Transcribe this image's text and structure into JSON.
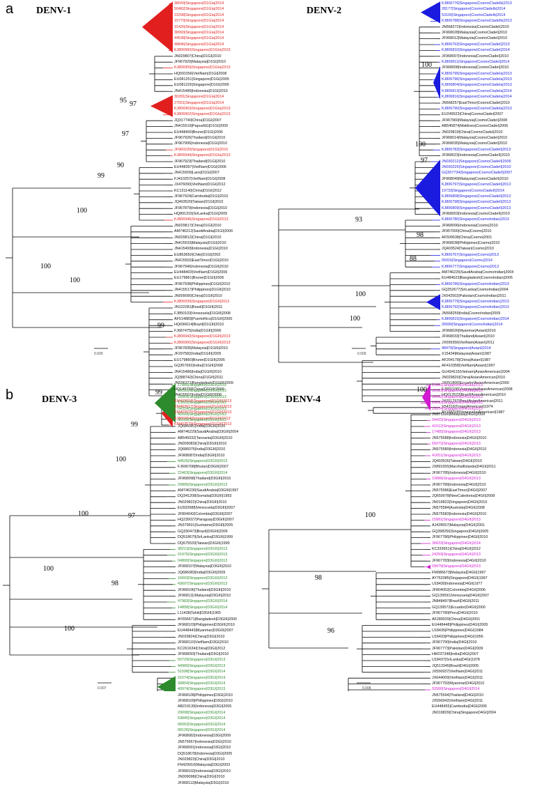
{
  "panels": [
    {
      "letter": "a",
      "title": "DENV-1",
      "scale": "0.009"
    },
    {
      "letter": "",
      "title": "DENV-2",
      "scale": "0.009"
    },
    {
      "letter": "b",
      "title": "DENV-3",
      "scale": "0.007"
    },
    {
      "letter": "",
      "title": "DENV-4",
      "scale": "0.008"
    }
  ],
  "bootstrap": {
    "denv1": [
      "95",
      "97",
      "97",
      "90",
      "99",
      "100",
      "100",
      "100",
      "99"
    ],
    "denv2": [
      "100",
      "100",
      "97",
      "93",
      "98",
      "88",
      "100",
      "100"
    ],
    "denv3": [
      "99",
      "99",
      "100",
      "97",
      "100",
      "100",
      "98",
      "100"
    ],
    "denv4": [
      "100",
      "100",
      "98",
      "96"
    ]
  },
  "leaves": {
    "denv1": [
      [
        "38043|Singapore|D1GIa|2014",
        "sg"
      ],
      [
        "50482|Singapore|D1GIa|2014",
        "sg"
      ],
      [
        "23298|Singapore|D1GIa|2014",
        "sg"
      ],
      [
        "15770|Singapore|D1GIa|2014",
        "sg"
      ],
      [
        "31426|Singapore|D1GIa|2014",
        "sg"
      ],
      [
        "38993|Singapore|D1GIa|2014",
        "sg"
      ],
      [
        "44538|Singapore|D1GIa|2014",
        "sg"
      ],
      [
        "48846|Singapore|D1GIa|2014",
        "sg"
      ],
      [
        "KJ806960|Singapore|D1GIa|2013",
        "sg"
      ],
      [
        "JN029807|China|D1GI|2010",
        "o"
      ],
      [
        "JF967920|Malaysia|D1GI|2010",
        "o"
      ],
      [
        "KJ806959|Singapore|D1GIa|2013",
        "sg"
      ],
      [
        "HQ591556|VietNam|D1GI|2008",
        "o"
      ],
      [
        "EU081251|Singapore|D1GI|2005",
        "o"
      ],
      [
        "EU081226|Singapore|D1GI|2005",
        "o"
      ],
      [
        "JN415489|Indonesia|D1GI|2010",
        "o"
      ],
      [
        "30281|Singapore|D1GIa|2014",
        "sg"
      ],
      [
        "27551|Singapore|D1GIa|2014",
        "sg"
      ],
      [
        "KJ806963|Singapore|D1GIa|2013",
        "sg"
      ],
      [
        "KJ806962|Singapore|D1GIa|2013",
        "sg"
      ],
      [
        "JQ317740|China|D1GI|2007",
        "o"
      ],
      [
        "JN415519|PapuaNG|D1GI|2009",
        "o"
      ],
      [
        "EU448400|Brunei|D1GI|2006",
        "o"
      ],
      [
        "JF967926|Thailand|D1GI|2010",
        "o"
      ],
      [
        "JF967906|Indonesia|D1GI|2010",
        "o"
      ],
      [
        "JF960230|Singapore|D1GI|2010",
        "sg"
      ],
      [
        "KJ806944|Singapore|D1GIa|2013",
        "sg"
      ],
      [
        "JF967923|Thailand|D1GI|2010",
        "o"
      ],
      [
        "EU448397|VietNam|D1GI|2006",
        "o"
      ],
      [
        "JN415509|Laos|D1GI|2007",
        "o"
      ],
      [
        "FJ410257|VietNam|D1GI|2008",
        "o"
      ],
      [
        "JX476090|VietNam|D1GI|2012",
        "o"
      ],
      [
        "KC131140|China|D1GI|2012",
        "o"
      ],
      [
        "JF967924|Cambodia|D1GI|2010",
        "o"
      ],
      [
        "JQ403520|Taiwan|D1GI|2010",
        "o"
      ],
      [
        "JF967879|Indonesia|D1GI|2010",
        "o"
      ],
      [
        "HQ891315|SriLanka|D1GI|2009",
        "o"
      ],
      [
        "KJ806946|Singapore|D1GI|2013",
        "sg"
      ],
      [
        "JN029817|China|D1GI|2010",
        "o"
      ],
      [
        "AM746212|SaudiArabia|D1GI|2006",
        "o"
      ],
      [
        "JN029812|China|D1GI|2010",
        "o"
      ],
      [
        "JN415533|Malaysia|D1GI|2010",
        "o"
      ],
      [
        "JN415493|Indonesia|D1GI|2010",
        "o"
      ],
      [
        "EU863650|Chile|D1GI|2002",
        "o"
      ],
      [
        "JN415502|EastTimor|D1GI|2010",
        "o"
      ],
      [
        "JF967946|Indonesia|D1GII|2010",
        "o"
      ],
      [
        "EU448403|VietNam|D1GII|2006",
        "o"
      ],
      [
        "EU179861|Brunei|D1GII|2006",
        "o"
      ],
      [
        "JF967938|Philippines|D1GII|2010",
        "o"
      ],
      [
        "JN415517|Philippines|D1GII|2010",
        "o"
      ],
      [
        "JN009090|China|D1GII|2010",
        "o"
      ],
      [
        "KJ806939|Singapore|D1GII|2013",
        "sg"
      ],
      [
        "JN122281|Brazil|D1GIII|2011",
        "o"
      ],
      [
        "FJ850103|Venezuela|D1GIII|2008",
        "o"
      ],
      [
        "AF514883|PuertoRico|D1GIII|2000",
        "o"
      ],
      [
        "HQ696614|Brazil|D1GIII|2010",
        "o"
      ],
      [
        "FJ687475|India|D1GIII|2006",
        "o"
      ],
      [
        "KJ806942|Singapore|D1GIII|2013",
        "sg"
      ],
      [
        "KJ806950|Singapore|D1GIII|2013",
        "sg"
      ],
      [
        "JF967835|Malaysia|D1GIII|2010",
        "o"
      ],
      [
        "JF297582|India|D1GIII|2005",
        "o"
      ],
      [
        "EU179860|Brunei|D1GIII|2005",
        "o"
      ],
      [
        "GQ357692|India|D1GIII|2008",
        "o"
      ],
      [
        "JN415486|India|D1GIII|2010",
        "o"
      ],
      [
        "JQ388742|China|D1GIII|2011",
        "o"
      ],
      [
        "JN036371|Bangladesh|D1GIII|2009",
        "o"
      ],
      [
        "HQ149733|China|D1GIII|2009",
        "o"
      ],
      [
        "JN415507|India|D1GIII|2008",
        "o"
      ],
      [
        "KM403618|Singapore|D1GIII|2013",
        "sg"
      ],
      [
        "KM403617|Singapore|D1GIII|2013",
        "sg"
      ],
      [
        "KM403575|Singapore|D1GIII|2013",
        "sg"
      ],
      [
        "KJ806954|Singapore|D1GIII|2013",
        "sg"
      ],
      [
        "KM403579|Singapore|D1GIII|2013",
        "sg"
      ]
    ],
    "denv2": [
      [
        "KJ806776|Singapore|CosmoCladeIb|2013",
        "sg"
      ],
      [
        "28177|Singapore|CosmoCladeIb|2014",
        "sg"
      ],
      [
        "53100|Singapore|CosmoCladeIb|2014",
        "sg"
      ],
      [
        "KJ806788|Singapore|CosmoCladeIb|2013",
        "sg"
      ],
      [
        "JN568272|Indonesia|CosmoCladeI|2010",
        "o"
      ],
      [
        "JF968028|Malaysia|CosmoCladeI|2010",
        "o"
      ],
      [
        "JF968012|Malaysia|CosmoCladeI|2010",
        "o"
      ],
      [
        "KJ806763|Singapore|CosmoCladeI|2013",
        "sg"
      ],
      [
        "KJ806810|Singapore|CosmoCladeI|2014",
        "sg"
      ],
      [
        "JF968007|Indonesia|CosmoCladeI|2010",
        "o"
      ],
      [
        "KJ806811|Singapore|CosmoCladeI|2014",
        "sg"
      ],
      [
        "JF968008|Indonesia|CosmoCladeI|2010",
        "o"
      ],
      [
        "KJ806795|Singapore|CosmoCladeIa|2013",
        "sg"
      ],
      [
        "KJ806796|Singapore|CosmoCladeIa|2013",
        "sg"
      ],
      [
        "KJ806804|Singapore|CosmoCladeIa|2013",
        "sg"
      ],
      [
        "KJ806813|Singapore|CosmoCladeIa|2014",
        "sg"
      ],
      [
        "KJ806816|Singapore|CosmoCladeIa|2014",
        "sg"
      ],
      [
        "JN568257|EastTimor|CosmoCladeI|2010",
        "o"
      ],
      [
        "KJ806790|Singapore|CosmoCladeIa|2013",
        "sg"
      ],
      [
        "EU249523|China|CosmoCladeI|2007",
        "o"
      ],
      [
        "JF967960|Malaysia|CosmoCladeI|2008",
        "o"
      ],
      [
        "AB545874|Maldives|CosmoCladeI|2006",
        "o"
      ],
      [
        "JN029819|China|CosmoCladeI|2010",
        "o"
      ],
      [
        "JF968014|Malaysia|CosmoCladeI|2010",
        "o"
      ],
      [
        "JF968035|Malaysia|CosmoCladeI|2010",
        "o"
      ],
      [
        "KJ806783|Singapore|CosmoCladeII|2013",
        "sg"
      ],
      [
        "JF968023|Indonesia|CosmoCladeII|2010",
        "o"
      ],
      [
        "JN030212|Singapore|CosmoCladeII|2009",
        "sg"
      ],
      [
        "JN030225|Singapore|CosmoCladeII|2010",
        "sg"
      ],
      [
        "GQ357734|Singapore|CosmoCladeII|2007",
        "sg"
      ],
      [
        "JF968049|Malaysia|CosmoCladeII|2010",
        "o"
      ],
      [
        "KJ806797|Singapore|CosmoCladeII|2013",
        "sg"
      ],
      [
        "19733|Singapore|CosmoCladeII|2014",
        "sg"
      ],
      [
        "KJ806808|Singapore|CosmoCladeII|2013",
        "sg"
      ],
      [
        "KJ806798|Singapore|CosmoCladeII|2013",
        "sg"
      ],
      [
        "KJ806809|Singapore|CosmoCladeII|2013",
        "sg"
      ],
      [
        "JF968003|Indonesia|CosmoCladeII|2010",
        "o"
      ],
      [
        "KJ806780|Singapore|CosmoIndian|2013",
        "sg"
      ],
      [
        "JF968006|Indonesia|Cosmo|2010",
        "o"
      ],
      [
        "JF957000|China|Cosmo|2010",
        "o"
      ],
      [
        "AF509538|China|Cosmo|2001",
        "o"
      ],
      [
        "JF968038|Philippines|Cosmo|2010",
        "o"
      ],
      [
        "JQ403524|Taiwan|Cosmo|2010",
        "o"
      ],
      [
        "KJ806767|Singapore|Cosmo|2013",
        "sg"
      ],
      [
        "05916|Singapore|Cosmo|2014",
        "sg"
      ],
      [
        "KJ806777|Singapore|Cosmo|2013",
        "sg"
      ],
      [
        "AM746225|SaudiArabia|CosmoIndian|2004",
        "o"
      ],
      [
        "EU484623|Bangladesh|CosmoIndian|2005",
        "o"
      ],
      [
        "KJ806786|Singapore|CosmoIndian|2013",
        "sg"
      ],
      [
        "GQ252677|SriLanka|CosmoIndian|2004",
        "o"
      ],
      [
        "JX042502|Pakistan|CosmoIndian|2011",
        "o"
      ],
      [
        "KJ806779|Singapore|CosmoIndian|2013",
        "sg"
      ],
      [
        "KJ806792|Singapore|CosmoIndian|2013",
        "sg"
      ],
      [
        "JN568259|India|CosmoIndian|2009",
        "o"
      ],
      [
        "KJ806815|Singapore|CosmoIndian|2014",
        "sg"
      ],
      [
        "26690|Singapore|CosmoIndian|2014",
        "sg"
      ],
      [
        "JF968026|Myanmar|AsianI|2010",
        "o"
      ],
      [
        "JF968033|Thailand|AsianI|2010",
        "o"
      ],
      [
        "JX099356|VietNam|AsianI|2011",
        "o"
      ],
      [
        "48479|Singapore|AsianI|2014",
        "sg"
      ],
      [
        "X15434|Malaysia|AsianI|1987",
        "o"
      ],
      [
        "AF204178|China|AsianI|1987",
        "o"
      ],
      [
        "AF410358|VietNam|AsianI|1997",
        "o"
      ],
      [
        "GU434115|Vietnam|AsianAmerican|2004",
        "o"
      ],
      [
        "JN029820|China|AsianAmerican|2010",
        "o"
      ],
      [
        "JX051800|Ecuador|AsianAmerican|2000",
        "o"
      ],
      [
        "FJ850106|Venezuela|AsianAmerican|2008",
        "o"
      ],
      [
        "HQ012522|Brazil|AsianAmerican|2010",
        "o"
      ],
      [
        "JX051797|Peru|AsianAmerican|2011",
        "o"
      ],
      [
        "X54319|Tonga|AmericanI|1974",
        "o"
      ],
      [
        "AY158328|Venezuela|AmericanI|1987",
        "o"
      ]
    ],
    "denv3": [
      [
        "17880|Singapore|D3GII|2013",
        "sg"
      ],
      [
        "39193|Singapore|D3GII|2013",
        "sg"
      ],
      [
        "28964|Singapore|D3GII|2013",
        "sg"
      ],
      [
        "13022|Singapore|D3GII|2013",
        "sg"
      ],
      [
        "04314|Singapore|D3GII|2013",
        "sg"
      ],
      [
        "46593|Singapore|D3GII|2013",
        "sg"
      ],
      [
        "36169|Singapore|D3GII|2013",
        "sg"
      ],
      [
        "JQ686081|India|D3GIII|2010",
        "o"
      ],
      [
        "AM746229|SaudiArabia|D3GIII|2004",
        "o"
      ],
      [
        "AB549332|Tanzania|D3GIII|2010",
        "o"
      ],
      [
        "JN009083|China|D3GIII|2010",
        "o"
      ],
      [
        "JQ686076|India|D3GIII|2010",
        "o"
      ],
      [
        "JF968087|India|D3GIII|2010",
        "o"
      ],
      [
        "44526|Singapore|D3GIII|2013",
        "sg"
      ],
      [
        "FJ606708|Bhutan|D3GIII|2007",
        "o"
      ],
      [
        "22463|Singapore|D3GIII|2014",
        "sg"
      ],
      [
        "JF968098|Thailand|D3GIII|2010",
        "o"
      ],
      [
        "20895|Singapore|D3GIII|2013",
        "sg"
      ],
      [
        "AM746230|SaudiArabia|D3GIII|1997",
        "o"
      ],
      [
        "DQ341208|Somalia|D3GIII|1993",
        "o"
      ],
      [
        "JN029822|China|D3GIII|2010",
        "o"
      ],
      [
        "EU932688|Venezuela|D3GIII|2007",
        "o"
      ],
      [
        "JF804042|Colombia|D3GIII|2007",
        "o"
      ],
      [
        "HQ235027|Paraguay|D3GIII|2007",
        "o"
      ],
      [
        "JN379501|Suriname|D3GIII|2005",
        "o"
      ],
      [
        "GQ330473|Brazil|D3GIII|2009",
        "o"
      ],
      [
        "DQ518679|SriLanka|D3GIII|1999",
        "o"
      ],
      [
        "DQ675533|Taiwan|D3GIII|1999",
        "o"
      ],
      [
        "38213|Singapore|D3GIII|2013",
        "sg"
      ],
      [
        "01975|Singapore|D3GIII|2013",
        "sg"
      ],
      [
        "04800|Singapore|D3GIII|2013",
        "sg"
      ],
      [
        "JF968107|Malaysia|D3GIII|2010",
        "o"
      ],
      [
        "JQ686083|India|D3GIII|2009",
        "o"
      ],
      [
        "16603|Singapore|D3GIII|2013",
        "sg"
      ],
      [
        "43697|Singapore|D3GIII|2013",
        "sg"
      ],
      [
        "JF968106|Thailand|D3GIII|2010",
        "o"
      ],
      [
        "JF968111|Malaysia|D3GIII|2010",
        "o"
      ],
      [
        "47983|Singapore|D3GIII|2014",
        "sg"
      ],
      [
        "14858|Singapore|D3GIII|2014",
        "sg"
      ],
      [
        "L11438|Tahiti|D3GIII|1965",
        "o"
      ],
      [
        "AY656671|Bangladesh|D3GIII|2000",
        "o"
      ],
      [
        "JF968103|Philippines|D3GIII|2010",
        "o"
      ],
      [
        "EU448443|Myanmar|D3GIII|2007",
        "o"
      ],
      [
        "JN029824|China|D3GI|2010",
        "o"
      ],
      [
        "JF968110|VietNam|D3GI|2010",
        "o"
      ],
      [
        "KC261634|China|D3GI|2012",
        "o"
      ],
      [
        "JF968093|Thailand|D3GI|2010",
        "o"
      ],
      [
        "50729|Singapore|D3GI|2013",
        "sg"
      ],
      [
        "44965|Singapore|D3GI|2013",
        "sg"
      ],
      [
        "51598|Singapore|D3GI|2014",
        "sg"
      ],
      [
        "31574|Singapore|D3GI|2014",
        "sg"
      ],
      [
        "30854|Singapore|D3GI|2014",
        "sg"
      ],
      [
        "40974|Singapore|D3GI|2013",
        "sg"
      ],
      [
        "JF968108|Philippines|D3GI|2010",
        "o"
      ],
      [
        "JF968109|Philippines|D3GI|2010",
        "o"
      ],
      [
        "AB219139|Indonesia|D3GI|2005",
        "o"
      ],
      [
        "29008|Singapore|D3GI|2014",
        "sg"
      ],
      [
        "63845|Singapore|D3GI|2014",
        "sg"
      ],
      [
        "06563|Singapore|D3GI|2014",
        "sg"
      ],
      [
        "08126|Singapore|D3GI|2014",
        "sg"
      ],
      [
        "JF968082|Indonesia|D3GI|2009",
        "o"
      ],
      [
        "JN575567|Indonesia|D3GI|2010",
        "o"
      ],
      [
        "JF968091|Indonesia|D3GI|2010",
        "o"
      ],
      [
        "DQ518678|Indonesia|D3GI|2005",
        "o"
      ],
      [
        "JN029823|China|D3GI|2010",
        "o"
      ],
      [
        "FN429910|Malaysia|D3GI|2003",
        "o"
      ],
      [
        "JF968102|Indonesia|D3GI|2010",
        "o"
      ],
      [
        "JN009098|China|D3GI|2010",
        "o"
      ],
      [
        "JF968112|Malaysia|D3GI|2010",
        "o"
      ]
    ],
    "denv4": [
      [
        "21661|Singapore|D4GIIa|2013",
        "sg"
      ],
      [
        "30313|Singapore|D4GIIa|2013",
        "sg"
      ],
      [
        "28492|Singapore|D4GIIa|2013",
        "sg"
      ],
      [
        "20293|Singapore|D4GIIa|2013",
        "sg"
      ],
      [
        "25974|Singapore|D4GIIa|2013",
        "sg"
      ],
      [
        "JN575590|Malaysia|D4GII|2009",
        "o"
      ],
      [
        "09422|Singapore|D4GII|2013",
        "sg"
      ],
      [
        "41612|Singapore|D4GII|2013",
        "sg"
      ],
      [
        "17485|Singapore|D4GII|2013",
        "sg"
      ],
      [
        "JN575588|Indonesia|D4GII|2010",
        "o"
      ],
      [
        "65072|Singapore|D4GII|2013",
        "sg"
      ],
      [
        "JN575589|Indonesia|D4GII|2010",
        "o"
      ],
      [
        "41651|Singapore|D4GII|2013",
        "sg"
      ],
      [
        "JQ403526|Taiwan|D4GII|2010",
        "o"
      ],
      [
        "JX891655|MarshallIslands|D4GII|2011",
        "o"
      ],
      [
        "JF967785|Indonesia|D4GII|2010",
        "o"
      ],
      [
        "10886|Singapore|D4GII|2013",
        "sg"
      ],
      [
        "JF967789|Indonesia|D4GII|2010",
        "o"
      ],
      [
        "JN575586|EastTimor|D4GII|2007",
        "o"
      ],
      [
        "JQ650078|NewCaledonia|D4GII|2008",
        "o"
      ],
      [
        "JN019823|Singapore|D4GII|2010",
        "o"
      ],
      [
        "JN575584|Australia|D4GII|2008",
        "o"
      ],
      [
        "JN575583|Indonesia|D4GII|2010",
        "o"
      ],
      [
        "15981|Singapore|D4GII|2013",
        "sg"
      ],
      [
        "AJ428557|Malaysia|D4GII|2001",
        "o"
      ],
      [
        "GQ398256|Singapore|D4GII|2005",
        "o"
      ],
      [
        "JF967786|Philippines|D4GII|2010",
        "o"
      ],
      [
        "36833|Singapore|D4GII|2014",
        "sg"
      ],
      [
        "KC333651|China|D4GII|2012",
        "o"
      ],
      [
        "24293|Singapore|D4GII|2013",
        "sg"
      ],
      [
        "JF967783|Indonesia|D4GII|2010",
        "o"
      ],
      [
        "09979|Singapore|D4GII|2013",
        "sg"
      ],
      [
        "FM986673|Malaysia|D4GII|1997",
        "o"
      ],
      [
        "AY762085|Singapore|D4GII|1997",
        "o"
      ],
      [
        "U18430|Indonesia|D4GII|1977",
        "o"
      ],
      [
        "JF804052|Colombia|D4GII|2006",
        "o"
      ],
      [
        "GQ139591|Venezuela|D4GII|2007",
        "o"
      ],
      [
        "JN848497|Brazil|D4GII|2011",
        "o"
      ],
      [
        "GQ139572|Ecuador|D4GII|2000",
        "o"
      ],
      [
        "JF967780|Peru|D4GII|2010",
        "o"
      ],
      [
        "AF289029|China|D4GII|2001",
        "o"
      ],
      [
        "EU448448|Philippines|D4GI|2005",
        "o"
      ],
      [
        "U18435|Philippines|D4GI|1984",
        "o"
      ],
      [
        "U18433|Philippines|D4GI|1956",
        "o"
      ],
      [
        "JF967790|India|D4GI|2010",
        "o"
      ],
      [
        "JF967773|Pakistan|D4GI|2009",
        "o"
      ],
      [
        "HM237348|India|D4GI|2007",
        "o"
      ],
      [
        "U18437|SriLanka|D4GI|1978",
        "o"
      ],
      [
        "JQ513345|Brazil|D4GI|2005",
        "o"
      ],
      [
        "JX556937|VietNam|D4GI|2011",
        "o"
      ],
      [
        "JX644009|VietNam|D4GI|2011",
        "o"
      ],
      [
        "JF967792|Myanmar|D4GI|2010",
        "o"
      ],
      [
        "02990|Singapore|D4GI|2014",
        "sg"
      ],
      [
        "JN575594|Thailand|D4GI|2010",
        "o"
      ],
      [
        "JX556942|VietNam|D4GI|2011",
        "o"
      ],
      [
        "EU448455|Cambodia|D4GI|2005",
        "o"
      ],
      [
        "JN019829|China|SingaporeD4GI|2004",
        "o"
      ]
    ]
  }
}
